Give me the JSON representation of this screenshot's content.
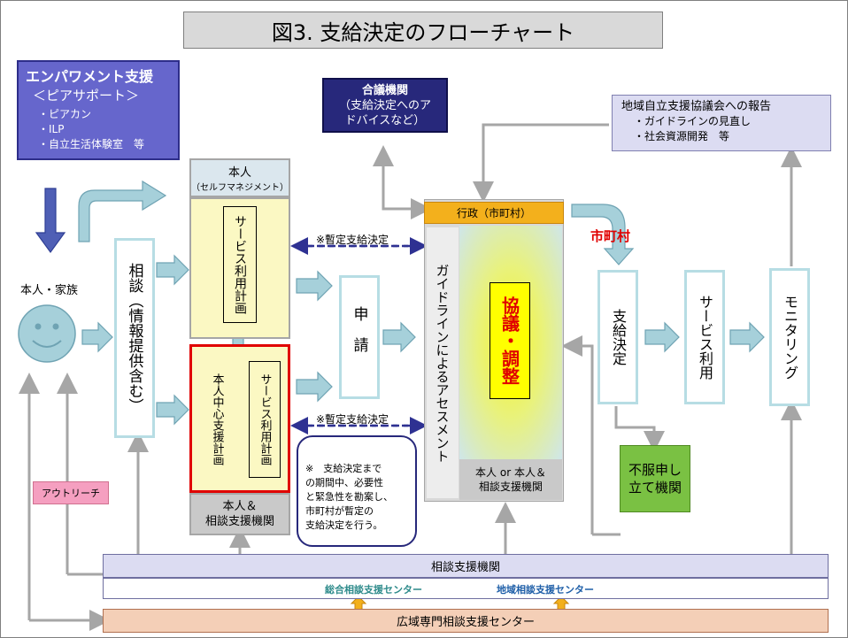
{
  "title": "図3. 支給決定のフローチャート",
  "empowerment": {
    "title": "エンパワメント支援",
    "subtitle": "＜ピアサポート＞",
    "items": [
      "・ピアカン",
      "・ILP",
      "・自立生活体験室　等"
    ]
  },
  "council": {
    "title": "合議機関",
    "desc": "（支給決定へのア\nドバイスなど）"
  },
  "report": {
    "title": "地域自立支援協議会への報告",
    "items": [
      "・ガイドラインの見直し",
      "・社会資源開発　等"
    ]
  },
  "person_family": "本人・家族",
  "consultation": "相談（情報提供含む）",
  "self_mgmt": {
    "title": "本人",
    "sub": "（セルフマネジメント）"
  },
  "service_plan_top": "サービス利用計画",
  "person_centered": "本人中心支援計画",
  "service_plan_bottom": "サービス利用計画",
  "person_support_org": "本人＆\n相談支援機関",
  "provisional_top": "※暫定支給決定",
  "provisional_bottom": "※暫定支給決定",
  "application": "申請",
  "admin": "行政（市町村）",
  "guideline_assessment": "ガイドラインによるアセスメント",
  "negotiation": "協議・調整",
  "assessment_parties": "本人 or 本人＆\n相談支援機関",
  "municipality_label": "市町村",
  "decision": "支給決定",
  "service_use": "サービス利用",
  "monitoring": "モニタリング",
  "appeal": "不服申し立て機関",
  "note": "※　支給決定まで\nの期間中、必要性\nと緊急性を勘案し、\n市町村が暫定の\n支給決定を行う。",
  "outreach": "アウトリーチ",
  "support_org": "相談支援機関",
  "general_center": "総合相談支援センター",
  "regional_center": "地域相談支援センター",
  "wide_area_center": "広域専門相談支援センター",
  "colors": {
    "accent_red": "#e00000",
    "arrow_blue": "#a6d0da",
    "purple": "#6666cc",
    "navy": "#27287b",
    "yellow_box": "#fbf8c3",
    "appeal_green": "#7ac143",
    "orange_admin": "#f3b01c",
    "pink": "#f59fc0",
    "peach": "#f4cfb7"
  }
}
